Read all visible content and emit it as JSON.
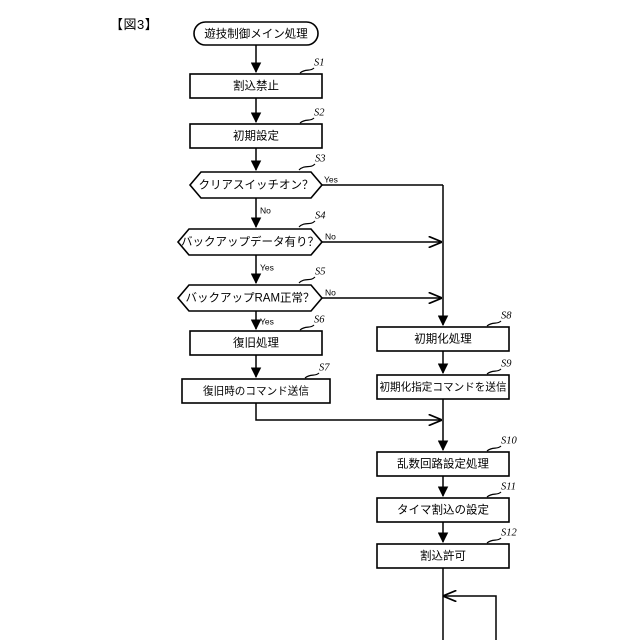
{
  "figure": {
    "label": "【図3】",
    "title_text": "遊技制御メイン処理"
  },
  "branch_labels": {
    "yes": "Yes",
    "no": "No"
  },
  "nodes": [
    {
      "id": "start",
      "kind": "terminal",
      "label": "遊技制御メイン処理",
      "step": ""
    },
    {
      "id": "s1",
      "kind": "process",
      "label": "割込禁止",
      "step": "S1"
    },
    {
      "id": "s2",
      "kind": "process",
      "label": "初期設定",
      "step": "S2"
    },
    {
      "id": "s3",
      "kind": "decision",
      "label": "クリアスイッチオン？",
      "step": "S3"
    },
    {
      "id": "s4",
      "kind": "decision",
      "label": "バックアップデータ有り？",
      "step": "S4"
    },
    {
      "id": "s5",
      "kind": "decision",
      "label": "バックアップRAM正常？",
      "step": "S5"
    },
    {
      "id": "s6",
      "kind": "process",
      "label": "復旧処理",
      "step": "S6"
    },
    {
      "id": "s7",
      "kind": "process",
      "label": "復旧時のコマンド送信",
      "step": "S7"
    },
    {
      "id": "s8",
      "kind": "process",
      "label": "初期化処理",
      "step": "S8"
    },
    {
      "id": "s9",
      "kind": "process",
      "label": "初期化指定コマンドを送信",
      "step": "S9"
    },
    {
      "id": "s10",
      "kind": "process",
      "label": "乱数回路設定処理",
      "step": "S10"
    },
    {
      "id": "s11",
      "kind": "process",
      "label": "タイマ割込の設定",
      "step": "S11"
    },
    {
      "id": "s12",
      "kind": "process",
      "label": "割込許可",
      "step": "S12"
    }
  ],
  "edges": [
    {
      "from": "start",
      "to": "s1",
      "label": ""
    },
    {
      "from": "s1",
      "to": "s2",
      "label": ""
    },
    {
      "from": "s2",
      "to": "s3",
      "label": ""
    },
    {
      "from": "s3",
      "to": "s4",
      "label": "No"
    },
    {
      "from": "s3",
      "to": "s8",
      "label": "Yes"
    },
    {
      "from": "s4",
      "to": "s5",
      "label": "Yes"
    },
    {
      "from": "s4",
      "to": "s8",
      "label": "No"
    },
    {
      "from": "s5",
      "to": "s6",
      "label": "Yes"
    },
    {
      "from": "s5",
      "to": "s8",
      "label": "No"
    },
    {
      "from": "s6",
      "to": "s7",
      "label": ""
    },
    {
      "from": "s7",
      "to": "s10",
      "label": ""
    },
    {
      "from": "s8",
      "to": "s9",
      "label": ""
    },
    {
      "from": "s9",
      "to": "s10",
      "label": ""
    },
    {
      "from": "s10",
      "to": "s11",
      "label": ""
    },
    {
      "from": "s11",
      "to": "s12",
      "label": ""
    },
    {
      "from": "s12",
      "to": "loop",
      "label": ""
    }
  ],
  "colors": {
    "stroke": "#000000",
    "fill": "#ffffff",
    "background": "#ffffff"
  }
}
